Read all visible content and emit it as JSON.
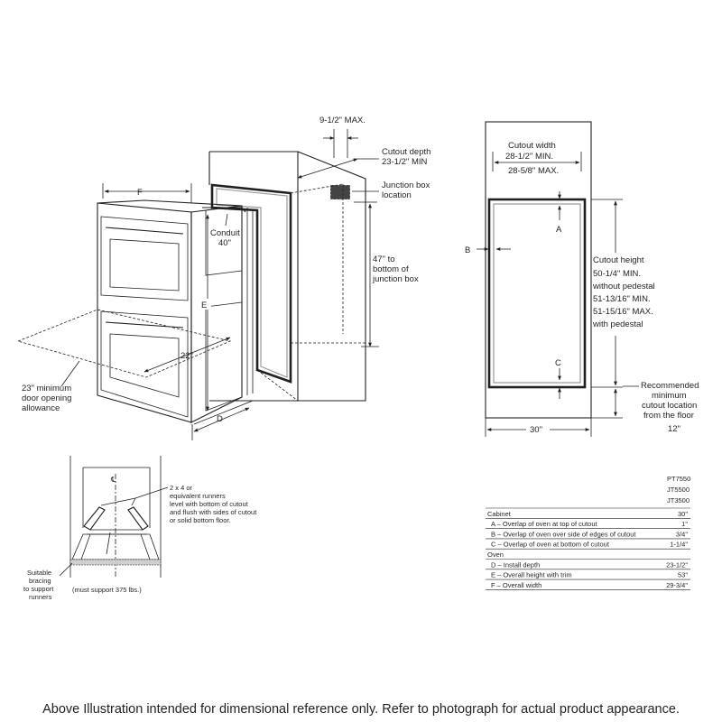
{
  "oven_install": {
    "dim_9_5": "9-1/2\" MAX.",
    "cutout_depth": [
      "Cutout depth",
      "23-1/2\" MIN"
    ],
    "junction_box": [
      "Junction box",
      "location"
    ],
    "label_f": "F",
    "conduit": [
      "Conduit",
      "40\""
    ],
    "label_e": "E",
    "junction_height": [
      "47\" to",
      "bottom of",
      "junction box"
    ],
    "dim_22": "22\"",
    "door_allowance": [
      "23\" minimum",
      "door opening",
      "allowance"
    ],
    "label_d": "D"
  },
  "cutout_view": {
    "width_title": "Cutout width",
    "width_min": "28-1/2\" MIN.",
    "width_max": "28-5/8\" MAX.",
    "label_a": "A",
    "label_b": "B",
    "label_c": "C",
    "height_lines": [
      "Cutout height",
      "50-1/4\" MIN.",
      "without pedestal",
      "51-13/16\" MIN.",
      "51-15/16\" MAX.",
      "with pedestal"
    ],
    "floor_lines": [
      "Recommended",
      "minimum",
      "cutout location",
      "from the floor"
    ],
    "floor_value": "12\"",
    "width_30": "30\""
  },
  "runner_detail": {
    "centerline": "℄",
    "runner_note": [
      "2 x 4 or",
      "equivalent runners",
      "level with bottom of cutout",
      "and flush with sides of cutout",
      "or solid bottom floor."
    ],
    "bracing": [
      "Suitable",
      "bracing",
      "to support",
      "runners"
    ],
    "must_support": "(must support 375 lbs.)"
  },
  "spec_table": {
    "models": [
      "PT7550",
      "JT5500",
      "JT3500"
    ],
    "rows": [
      {
        "label": "Cabinet",
        "value": "30\"",
        "header": true
      },
      {
        "label": "A – Overlap of oven at top of cutout",
        "value": "1\""
      },
      {
        "label": "B – Overlap of oven over side of edges of cutout",
        "value": "3/4\""
      },
      {
        "label": "C – Overlap of oven at bottom of cutout",
        "value": "1-1/4\""
      },
      {
        "label": "Oven",
        "value": "",
        "header": true
      },
      {
        "label": "D – Install depth",
        "value": "23-1/2\""
      },
      {
        "label": "E – Overall height with trim",
        "value": "53\""
      },
      {
        "label": "F – Overall width",
        "value": "29-3/4\""
      }
    ]
  },
  "footer": "Above Illustration intended for dimensional reference only. Refer to photograph for actual product appearance."
}
